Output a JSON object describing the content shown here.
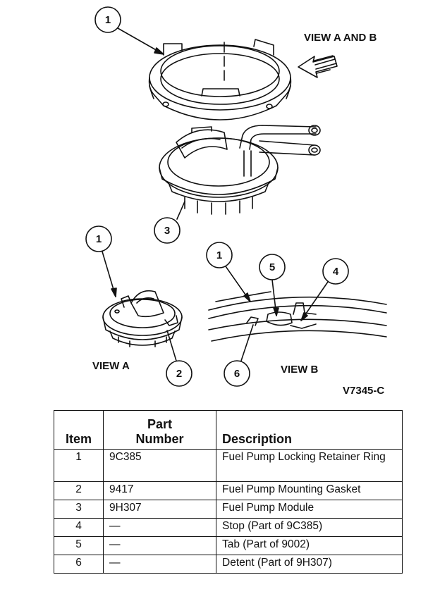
{
  "figure": {
    "view_ab_label": "VIEW A AND B",
    "view_a_label": "VIEW A",
    "view_b_label": "VIEW B",
    "figure_code": "V7345-C",
    "callouts": [
      "1",
      "3",
      "1",
      "2",
      "1",
      "5",
      "4",
      "6"
    ]
  },
  "table": {
    "headers": {
      "item": "Item",
      "part_line1": "Part",
      "part_line2": "Number",
      "description": "Description"
    },
    "rows": [
      {
        "item": "1",
        "part": "9C385",
        "description": "Fuel Pump Locking Retainer Ring"
      },
      {
        "item": "2",
        "part": "9417",
        "description": "Fuel Pump Mounting Gasket"
      },
      {
        "item": "3",
        "part": "9H307",
        "description": "Fuel Pump Module"
      },
      {
        "item": "4",
        "part": "—",
        "description": "Stop (Part of 9C385)"
      },
      {
        "item": "5",
        "part": "—",
        "description": "Tab (Part of 9002)"
      },
      {
        "item": "6",
        "part": "—",
        "description": "Detent (Part of 9H307)"
      }
    ]
  }
}
